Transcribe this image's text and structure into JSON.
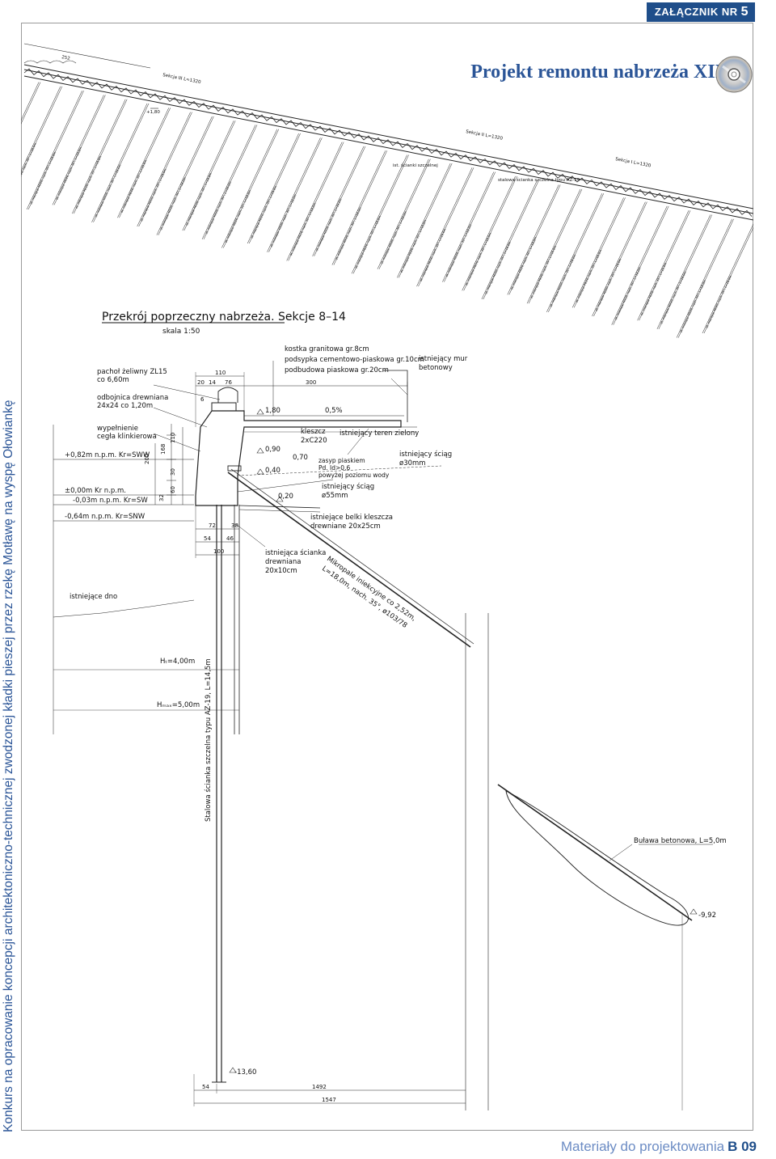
{
  "header": {
    "annex_label": "ZAŁĄCZNIK NR",
    "annex_number": "5",
    "title": "Projekt remontu nabrzeża XII"
  },
  "side_text": "Konkurs na opracowanie koncepcji architektoniczno-technicznej zwodzonej kładki pieszej przez rzekę Motławę na wyspę Ołowiankę",
  "footer": {
    "label": "Materiały do projektowania",
    "page": "B 09"
  },
  "drawing": {
    "plan_labels": {
      "section_3": "Sekcja III L=1320",
      "section_2": "Sekcja II L=1320",
      "section_1": "Sekcja I L=1320",
      "pale_label": "ot. mikropal 40/20, nach. 35°, L=18,0m",
      "spacing": "252",
      "elev_1": "+1,80",
      "wall_note": "stalowa ścianka szczelna typu AZ-19",
      "old_wall": "ist. ścianki szczelnej"
    },
    "section_title": "Przekrój poprzeczny nabrzeża. Sekcje 8–14",
    "section_scale": "skala 1:50",
    "labels": {
      "bollard": "pachoł żeliwny ZL15",
      "bollard_spacing": "co 6,60m",
      "fender": "odbojnica drewniana",
      "fender_size": "24x24 co 1,20m",
      "filling": "wypełnienie",
      "filling_material": "cegła klinkierowa",
      "lvl_sww": "+0,82m n.p.m. Kr=SWW",
      "lvl_zero": "±0,00m Kr n.p.m.",
      "lvl_sw": "-0,03m n.p.m. Kr=SW",
      "lvl_snw": "-0,64m n.p.m. Kr=SNW",
      "bottom": "istniejące dno",
      "h_design": "Hₜ=4,00m",
      "h_max": "Hₘₐₓ=5,00m",
      "sheet_pile": "Stalowa ścianka szczelna typu AZ-19, L=14,5m",
      "layer_1": "kostka granitowa gr.8cm",
      "layer_2": "podsypka cementowo-piaskowa gr.10cm",
      "layer_3": "podbudowa piaskowa gr.20cm",
      "existing_wall": "istniejący mur",
      "existing_wall_2": "betonowy",
      "slope": "0,5%",
      "green": "istniejący teren zielony",
      "clamp": "kleszcz",
      "clamp_size": "2xC220",
      "sand_fill": "zasyp piaskiem",
      "sand_fill_2": "Pd. Id>0,6",
      "sand_fill_3": "powyżej poziomu wody",
      "tie_1": "istniejący ściąg",
      "tie_1_size": "ø55mm",
      "tie_2": "istniejący ściąg",
      "tie_2_size": "ø30mm",
      "beams": "istniejące belki kleszcza",
      "beams_size": "drewniane 20x25cm",
      "timber_wall": "istniejąca ścianka",
      "timber_wall_2": "drewniana",
      "timber_wall_3": "20x10cm",
      "micropile": "Mikropale iniekcyjne co 2,52m,",
      "micropile_2": "L=18,0m, nach. 35°, ø103/78",
      "grout_bulb": "Buława betonowa, L=5,0m",
      "e_180": "1,80",
      "e_090": "0,90",
      "e_070": "0,70",
      "e_040": "0,40",
      "e_020": "0,20",
      "e_992": "-9,92",
      "e_1360": "-13,60",
      "d_110": "110",
      "d_20": "20",
      "d_14": "14",
      "d_76": "76",
      "d_300": "300",
      "d_6": "6",
      "d_200": "200",
      "d_168": "168",
      "d_110v": "110",
      "d_30": "30",
      "d_60": "60",
      "d_32": "32",
      "d_72": "72",
      "d_38": "38",
      "d_54": "54",
      "d_46": "46",
      "d_100": "100",
      "d_54b": "54",
      "d_1492": "1492",
      "d_1547": "1547"
    }
  }
}
